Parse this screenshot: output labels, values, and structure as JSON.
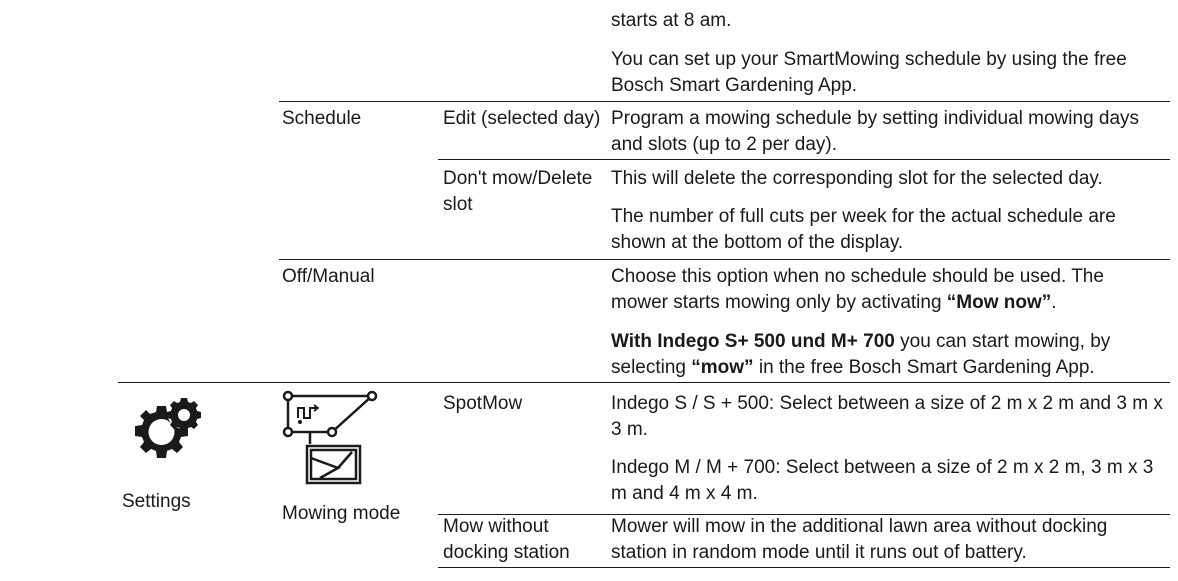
{
  "intro": {
    "line1": "starts at 8 am.",
    "smartmowing_note": "You can set up your SmartMowing schedule by using the free Bosch Smart Gardening App."
  },
  "schedule": {
    "label": "Schedule",
    "edit": {
      "label": "Edit (selected day)",
      "desc": "Program a mowing schedule by setting individual mowing days and slots (up to 2 per day)."
    },
    "dont_mow": {
      "label": "Don't mow/Delete slot",
      "desc1": "This will delete the corresponding slot for the selected day.",
      "desc2": "The number of full cuts per week for the actual schedule are shown at the bottom of the display."
    }
  },
  "off_manual": {
    "label": "Off/Manual",
    "desc1_a": "Choose this option when no schedule should be used. The mower starts mowing only by activating ",
    "desc1_b": "“Mow now”",
    "desc1_c": ".",
    "desc2_a": "With Indego S+ 500 und M+ 700",
    "desc2_b": " you can start mowing, by selecting ",
    "desc2_c": "“mow”",
    "desc2_d": " in the free Bosch Smart Gardening App."
  },
  "settings": {
    "icon": "gear-settings-icon",
    "label": "Settings",
    "mowing_mode": {
      "icon": "mowing-mode-icon",
      "label": "Mowing mode",
      "spotmow": {
        "label": "SpotMow",
        "desc1": "Indego S / S + 500: Select between a size of 2 m x 2 m and 3 m x 3 m.",
        "desc2": "Indego M / M + 700: Select between a size of 2 m x 2 m, 3 m x 3 m and 4 m x 4 m."
      },
      "without_dock": {
        "label": "Mow without docking station",
        "desc": "Mower will mow in the additional lawn area without docking station in random mode until it runs out of battery."
      }
    }
  }
}
